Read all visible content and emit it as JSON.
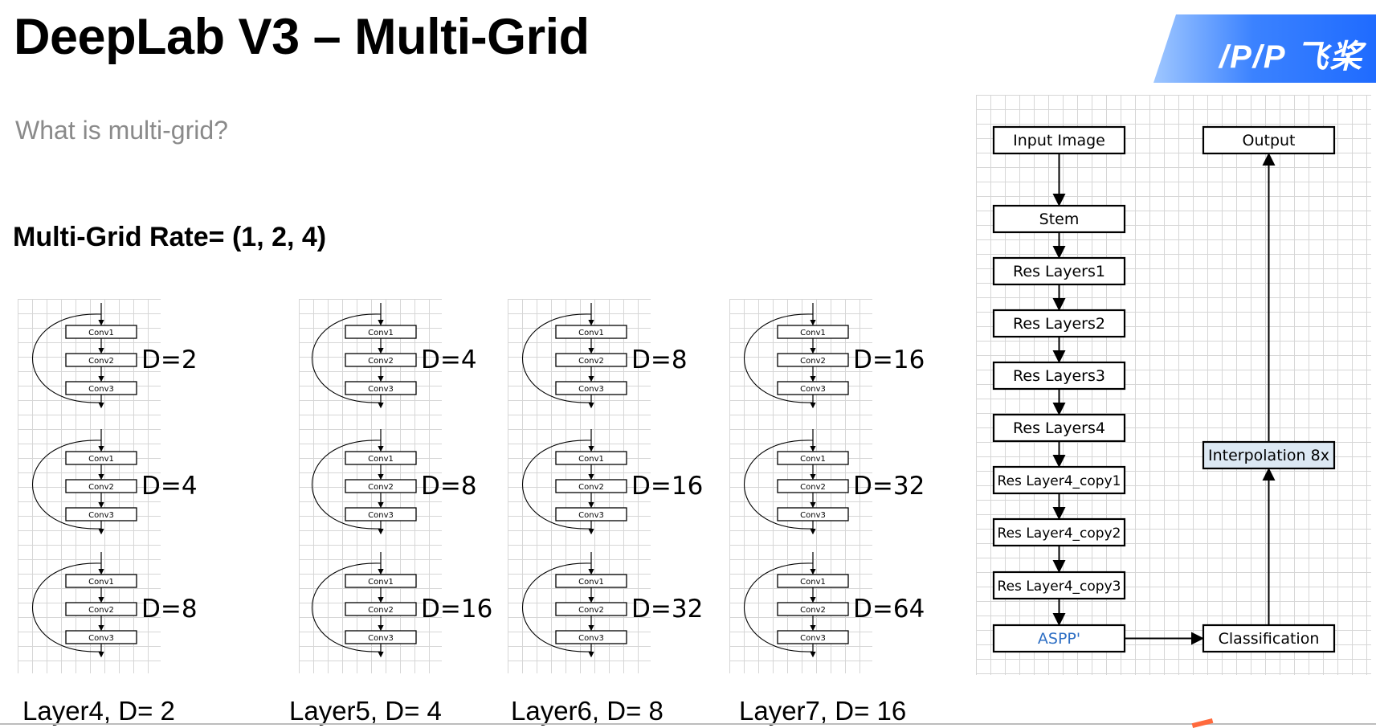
{
  "slide": {
    "title": "DeepLab V3 – Multi-Grid",
    "subtitle": "What is multi-grid?",
    "rate_label": "Multi-Grid Rate= (1, 2, 4)"
  },
  "logo": {
    "text": "飞桨",
    "mark": "/P/P"
  },
  "block_labels": {
    "conv1": "Conv1",
    "conv2": "Conv2",
    "conv3": "Conv3"
  },
  "columns": [
    {
      "caption": "Layer4, D= 2",
      "dilations": [
        "D=2",
        "D=4",
        "D=8"
      ]
    },
    {
      "caption": "Layer5, D= 4",
      "dilations": [
        "D=4",
        "D=8",
        "D=16"
      ]
    },
    {
      "caption": "Layer6, D= 8",
      "dilations": [
        "D=8",
        "D=16",
        "D=32"
      ]
    },
    {
      "caption": "Layer7, D= 16",
      "dilations": [
        "D=16",
        "D=32",
        "D=64"
      ]
    }
  ],
  "flow": {
    "left_nodes": [
      "Input Image",
      "Stem",
      "Res Layers1",
      "Res Layers2",
      "Res Layers3",
      "Res Layers4",
      "Res Layer4_copy1",
      "Res Layer4_copy2",
      "Res Layer4_copy3",
      "ASPP'"
    ],
    "right_nodes": [
      "Output",
      "Interpolation 8x",
      "Classification"
    ],
    "aspp_color": "#2e6fc4",
    "interp_fill": "#dce8f3"
  }
}
